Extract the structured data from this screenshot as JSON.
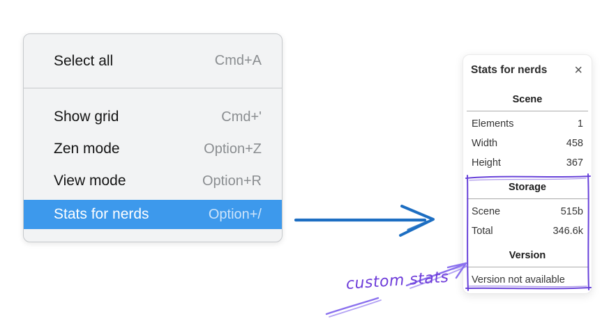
{
  "menu": {
    "items": [
      {
        "label": "Select all",
        "shortcut": "Cmd+A"
      },
      {
        "label": "Show grid",
        "shortcut": "Cmd+'"
      },
      {
        "label": "Zen mode",
        "shortcut": "Option+Z"
      },
      {
        "label": "View mode",
        "shortcut": "Option+R"
      },
      {
        "label": "Stats for nerds",
        "shortcut": "Option+/",
        "selected": true
      }
    ]
  },
  "stats_panel": {
    "title": "Stats for nerds",
    "close_icon": "×",
    "sections": [
      {
        "header": "Scene",
        "rows": [
          {
            "label": "Elements",
            "value": "1"
          },
          {
            "label": "Width",
            "value": "458"
          },
          {
            "label": "Height",
            "value": "367"
          }
        ]
      },
      {
        "header": "Storage",
        "rows": [
          {
            "label": "Scene",
            "value": "515b"
          },
          {
            "label": "Total",
            "value": "346.6k"
          }
        ]
      },
      {
        "header": "Version",
        "note": "Version not available"
      }
    ]
  },
  "annotation": {
    "label": "custom stats"
  },
  "colors": {
    "menu_background": "#f2f3f4",
    "menu_highlight": "#3d99ec",
    "menu_highlight_text": "#ffffff",
    "shortcut_gray": "#8a8d90",
    "flow_arrow_blue": "#1d6ec2",
    "annotation_purple": "#6d3bd9",
    "annotation_arrow_purple": "#8a70ee",
    "highlight_box_purple": "#6741d9"
  }
}
